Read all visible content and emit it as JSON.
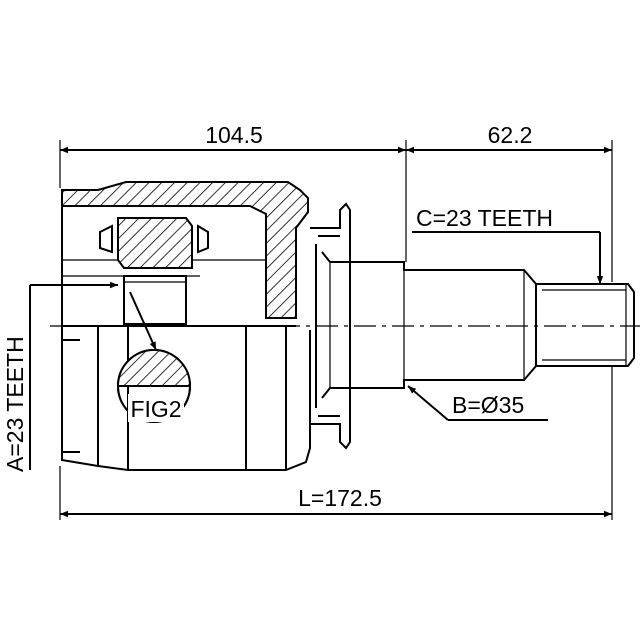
{
  "dimensions": {
    "top_left": "104.5",
    "top_right": "62.2",
    "bottom_total": "L=172.5"
  },
  "callouts": {
    "spline_a": "A=23 TEETH",
    "spline_c": "C=23 TEETH",
    "diameter_b": "B=Ø35",
    "detail_ref": "FIG2"
  },
  "colors": {
    "line": "#000000",
    "background": "#ffffff"
  }
}
